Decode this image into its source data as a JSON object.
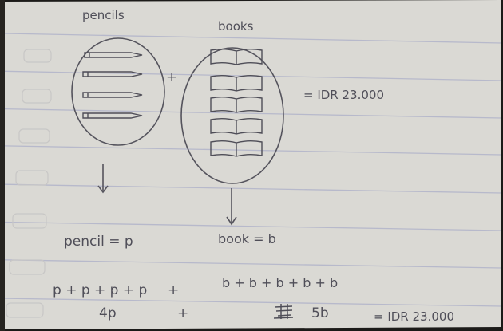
{
  "image": {
    "labels": {
      "pencils": "pencils",
      "books": "books",
      "plus_top": "+",
      "equals_top": "= IDR 23.000"
    },
    "definitions": {
      "pencil": "pencil = p",
      "book": "book = b"
    },
    "equations": {
      "pencils_sum": "p + p + p + p",
      "plus_1": "+",
      "books_sum": "b + b + b + b + b",
      "four_p": "4p",
      "plus_2": "+",
      "five_b": "5b",
      "total": "= IDR 23.000"
    },
    "counts": {
      "pencils": 4,
      "books": 5
    },
    "colors": {
      "paper": "#dcdbd6",
      "rule_lines": "#b6b8cb",
      "ink": "#4f4e58"
    }
  }
}
